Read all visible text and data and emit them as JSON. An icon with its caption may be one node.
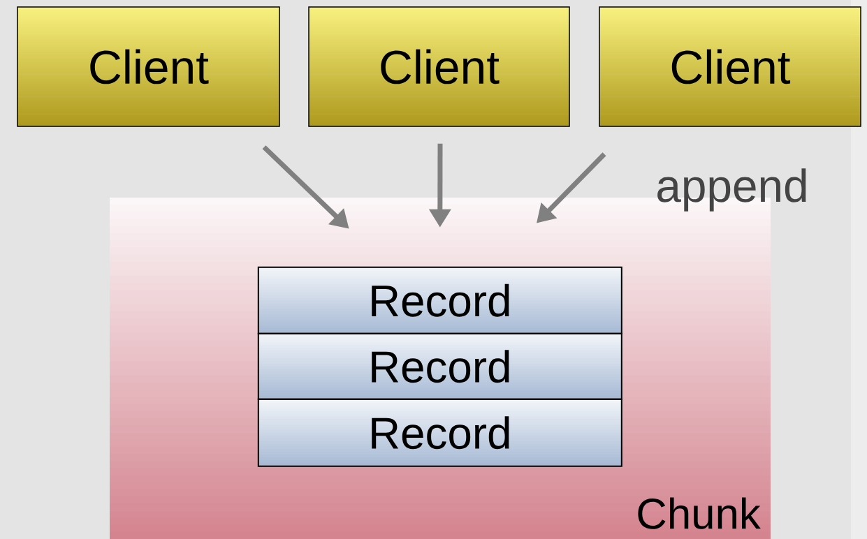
{
  "diagram": {
    "nodes": [
      {
        "text": [
          "Client"
        ]
      },
      {
        "text": [
          "Client"
        ]
      },
      {
        "text": [
          "Client"
        ]
      },
      {
        "text": [
          "Chunk"
        ]
      },
      {
        "text": [
          "Record"
        ],
        "in": 3
      },
      {
        "text": [
          "Record"
        ],
        "in": 3
      },
      {
        "text": [
          "Record"
        ],
        "in": 3
      }
    ],
    "edges": [
      {
        "from": 0,
        "to": 3,
        "arrow": "to"
      },
      {
        "from": 1,
        "to": 3,
        "arrow": "to"
      },
      {
        "from": 2,
        "to": 3,
        "arrow": "to",
        "label": "append"
      }
    ]
  }
}
